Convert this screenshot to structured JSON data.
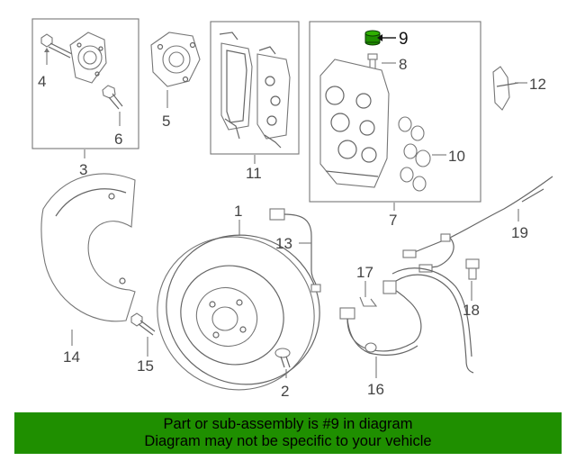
{
  "diagram": {
    "highlight_color": "#1f8f00",
    "callouts": [
      {
        "id": "1",
        "label": "1"
      },
      {
        "id": "2",
        "label": "2"
      },
      {
        "id": "3",
        "label": "3"
      },
      {
        "id": "4",
        "label": "4"
      },
      {
        "id": "5",
        "label": "5"
      },
      {
        "id": "6",
        "label": "6"
      },
      {
        "id": "7",
        "label": "7"
      },
      {
        "id": "8",
        "label": "8"
      },
      {
        "id": "9",
        "label": "9",
        "highlighted": true
      },
      {
        "id": "10",
        "label": "10"
      },
      {
        "id": "11",
        "label": "11"
      },
      {
        "id": "12",
        "label": "12"
      },
      {
        "id": "13",
        "label": "13"
      },
      {
        "id": "14",
        "label": "14"
      },
      {
        "id": "15",
        "label": "15"
      },
      {
        "id": "16",
        "label": "16"
      },
      {
        "id": "17",
        "label": "17"
      },
      {
        "id": "18",
        "label": "18"
      },
      {
        "id": "19",
        "label": "19"
      }
    ]
  },
  "banner": {
    "line1": "Part or sub-assembly is #9 in diagram",
    "line2": "Diagram may not be specific to your vehicle",
    "color": "#1f8f00"
  }
}
